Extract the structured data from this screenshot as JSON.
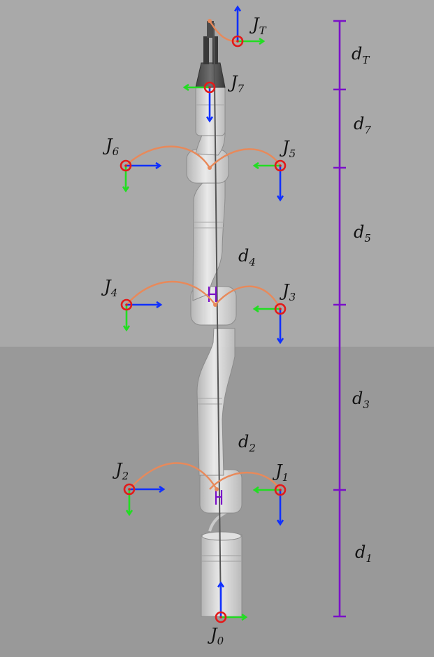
{
  "colors": {
    "wall": "#a9a9a9",
    "floor": "#999999",
    "link_chain": "#555555",
    "arc": "#e8895a",
    "joint_ring": "#e31a1a",
    "axis_x": "#1030ff",
    "axis_y": "#22dd22",
    "axis_z": "#1030ff",
    "dimension_bar": "#7a10c8",
    "robot_body": "#dcdcdc"
  },
  "joints": [
    {
      "id": "J0",
      "base": "J",
      "sub": "0"
    },
    {
      "id": "J1",
      "base": "J",
      "sub": "1"
    },
    {
      "id": "J2",
      "base": "J",
      "sub": "2"
    },
    {
      "id": "J3",
      "base": "J",
      "sub": "3"
    },
    {
      "id": "J4",
      "base": "J",
      "sub": "4"
    },
    {
      "id": "J5",
      "base": "J",
      "sub": "5"
    },
    {
      "id": "J6",
      "base": "J",
      "sub": "6"
    },
    {
      "id": "J7",
      "base": "J",
      "sub": "7"
    },
    {
      "id": "JT",
      "base": "J",
      "sub": "T"
    }
  ],
  "link_labels": [
    {
      "id": "d2",
      "base": "d",
      "sub": "2"
    },
    {
      "id": "d4",
      "base": "d",
      "sub": "4"
    }
  ],
  "dimensions": [
    {
      "id": "dT",
      "base": "d",
      "sub": "T"
    },
    {
      "id": "d7",
      "base": "d",
      "sub": "7"
    },
    {
      "id": "d5",
      "base": "d",
      "sub": "5"
    },
    {
      "id": "d3",
      "base": "d",
      "sub": "3"
    },
    {
      "id": "d1",
      "base": "d",
      "sub": "1"
    }
  ]
}
